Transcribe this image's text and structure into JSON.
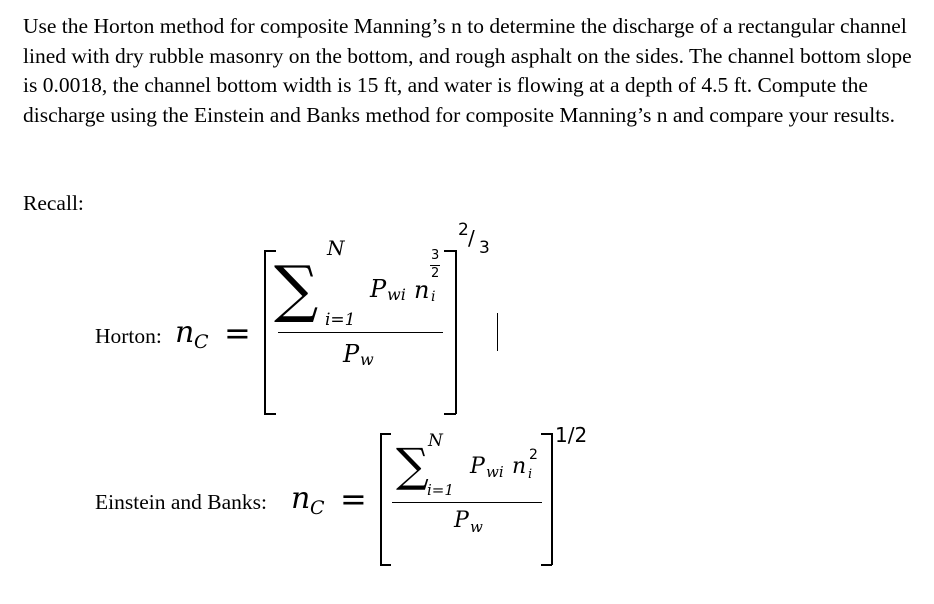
{
  "problem": {
    "text": "Use the Horton method for composite Manning’s n to determine the discharge of a rectangular channel lined with dry rubble masonry on the bottom, and rough asphalt on the sides. The channel bottom slope is 0.0018, the channel bottom width is 15 ft, and water is flowing at a depth of 4.5 ft. Compute the discharge using the Einstein and Banks method for composite Manning’s n and compare your results."
  },
  "recall_label": "Recall:",
  "horton": {
    "label": "Horton:",
    "lhs_n": "n",
    "lhs_sub": "C",
    "equals": "=",
    "sum_symbol": "∑",
    "sum_upper": "N",
    "sum_lower": "i=1",
    "num_P": "P",
    "num_P_sub": "wi",
    "num_n": "n",
    "num_n_sub": "i",
    "num_exp_top": "3",
    "num_exp_bottom": "2",
    "den_P": "P",
    "den_P_sub": "w",
    "outer_exp_top": "2",
    "outer_exp_slash": "/",
    "outer_exp_bottom": "3"
  },
  "einstein_banks": {
    "label": "Einstein and Banks:",
    "lhs_n": "n",
    "lhs_sub": "C",
    "equals": "=",
    "sum_symbol": "∑",
    "sum_upper": "N",
    "sum_lower": "i=1",
    "num_P": "P",
    "num_P_sub": "wi",
    "num_n": "n",
    "num_n_sub": "i",
    "num_exp": "2",
    "den_P": "P",
    "den_P_sub": "w",
    "outer_exp": "1/2"
  }
}
